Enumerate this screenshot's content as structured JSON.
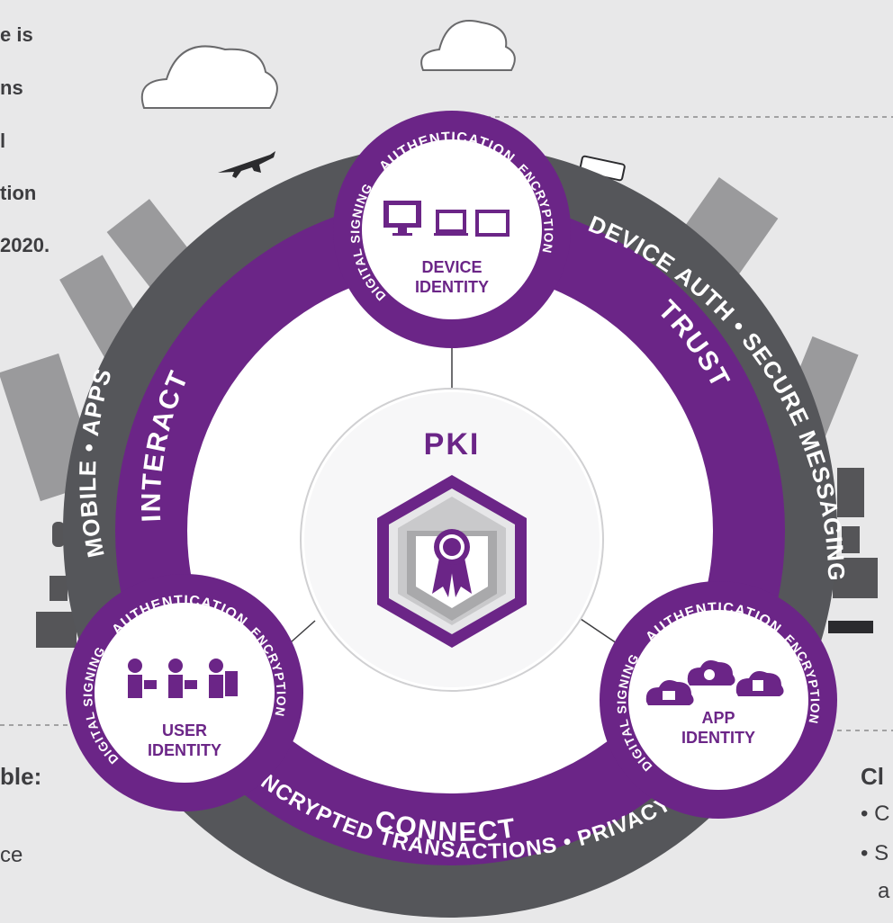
{
  "left_text": {
    "lines": [
      "e is",
      "ns",
      "l",
      "tion",
      "2020."
    ],
    "bottom_heading": "ble:",
    "bottom_line": "ce"
  },
  "right_text": {
    "heading": "Cl",
    "bullet1": "•  C",
    "bullet2": "•  S",
    "bullet2b": "a"
  },
  "ring": {
    "outer_top": "DEVICE AUTH • SECURE MESSAGING",
    "outer_left": "MOBILE • APPS",
    "outer_bottom": "ENCRYPTED TRANSACTIONS • PRIVACY",
    "inner_left": "INTERACT",
    "inner_right": "TRUST",
    "inner_bottom": "CONNECT"
  },
  "center": {
    "label": "PKI"
  },
  "nodes": {
    "device": {
      "name_line1": "DEVICE",
      "name_line2": "IDENTITY"
    },
    "user": {
      "name_line1": "USER",
      "name_line2": "IDENTITY"
    },
    "app": {
      "name_line1": "APP",
      "name_line2": "IDENTITY"
    },
    "arc_top": "AUTHENTICATION",
    "arc_left": "DIGITAL SIGNING",
    "arc_right": "ENCRYPTION"
  },
  "colors": {
    "background": "#e8e8e9",
    "dark_ring": "#55565a",
    "purple": "#6b2587",
    "white": "#ffffff",
    "building": "#9a9a9c"
  }
}
